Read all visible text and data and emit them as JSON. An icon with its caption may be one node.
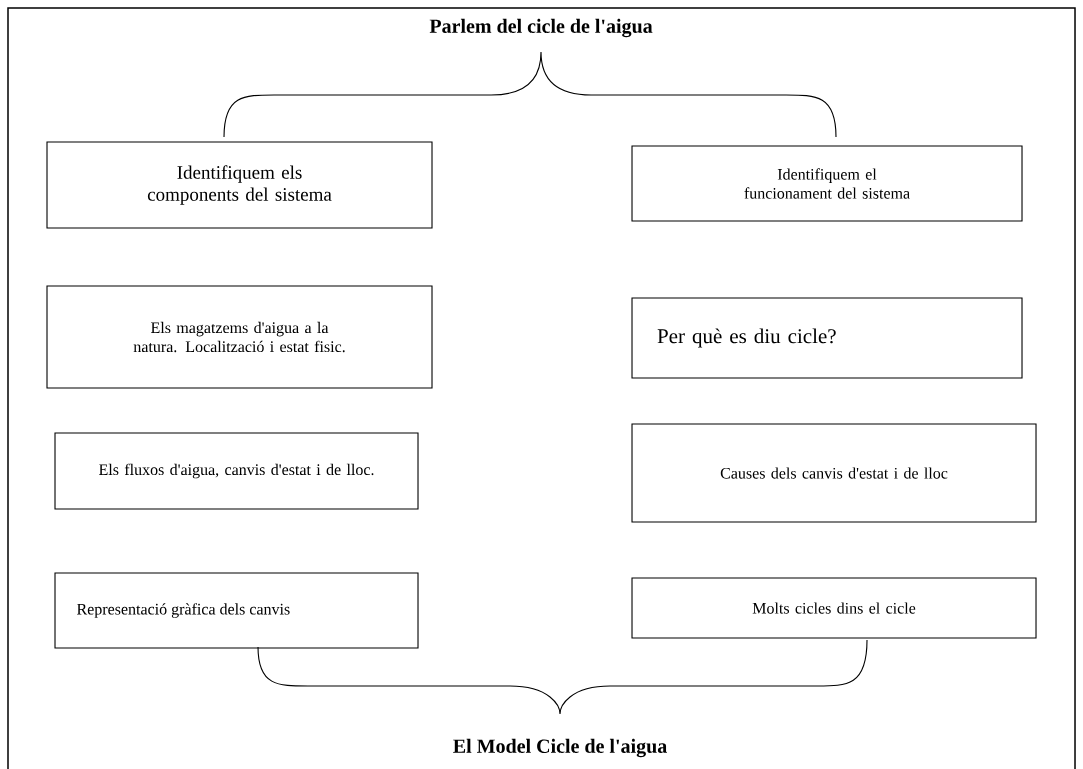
{
  "diagram": {
    "title": "Parlem del cicle de l'aigua",
    "caption": "El Model Cicle de l'aigua",
    "nodes": [
      {
        "text": [
          "Identifiquem els components del sistema"
        ]
      },
      {
        "text": [
          "Identifiquem el funcionament del sistema"
        ]
      },
      {
        "text": [
          "Els magatzems d'aigua a la natura. Localització i estat fisic."
        ]
      },
      {
        "text": [
          "Per què es diu cicle?"
        ]
      },
      {
        "text": [
          "Els fluxos d'aigua, canvis d'estat i de lloc."
        ]
      },
      {
        "text": [
          "Causes dels canvis d'estat i de lloc"
        ]
      },
      {
        "text": [
          "Representació gràfica dels canvis"
        ]
      },
      {
        "text": [
          "Molts cicles dins el cicle"
        ]
      }
    ],
    "edges": []
  }
}
